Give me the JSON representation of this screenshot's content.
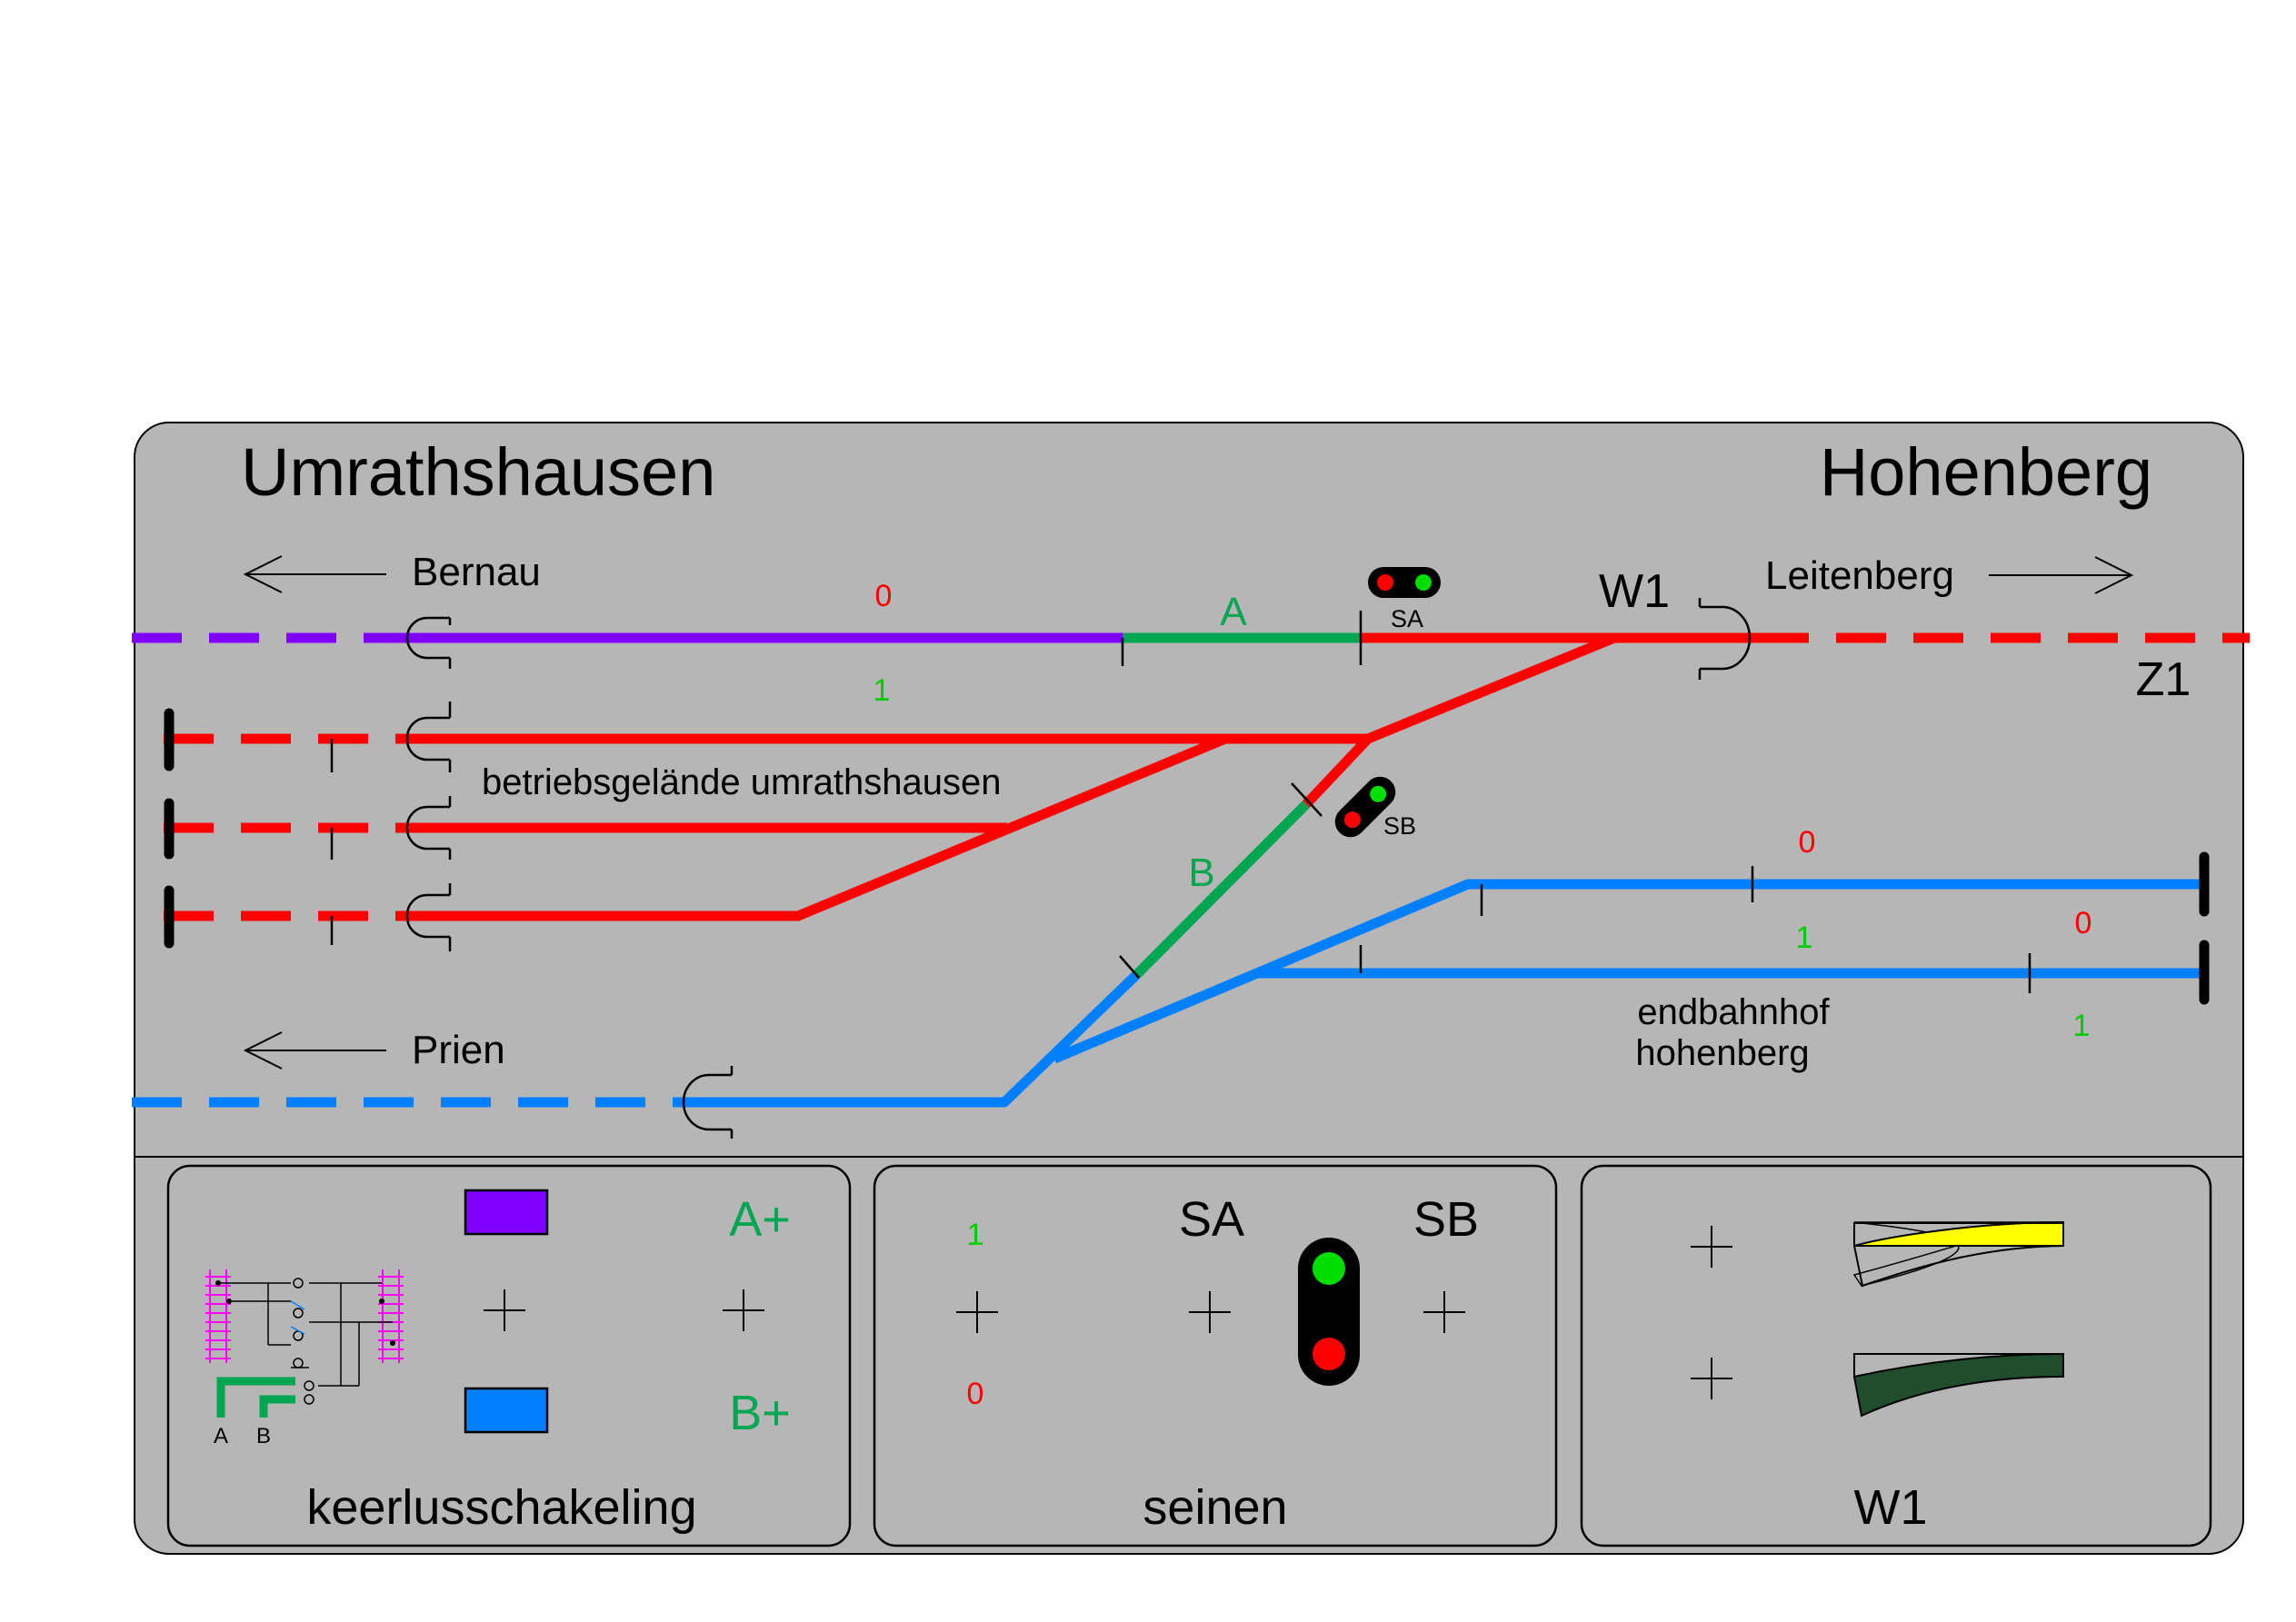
{
  "stations": {
    "left": "Umrathshausen",
    "right": "Hohenberg"
  },
  "directions": {
    "bernau": "Bernau",
    "leitenberg": "Leitenberg",
    "prien": "Prien"
  },
  "labels": {
    "w1": "W1",
    "z1": "Z1",
    "section_a": "A",
    "section_b": "B",
    "signal_sa": "SA",
    "signal_sb": "SB",
    "yard_left": "betriebsgelände umrathshausen",
    "yard_right_1": "endbahnhof",
    "yard_right_2": "hohenberg"
  },
  "switch_numbers": {
    "main_0": "0",
    "main_1": "1",
    "blue_0": "0",
    "blue_1": "1",
    "end_0": "0",
    "end_1": "1"
  },
  "panels": {
    "keerlus": {
      "title": "keerlusschakeling",
      "a_plus": "A+",
      "b_plus": "B+",
      "a": "A",
      "b": "B"
    },
    "seinen": {
      "title": "seinen",
      "sa": "SA",
      "sb": "SB",
      "one": "1",
      "zero": "0"
    },
    "w1": {
      "title": "W1"
    }
  },
  "icons": {
    "arrow_left": "arrow-left-icon",
    "arrow_right": "arrow-right-icon",
    "buffer": "buffer-stop-icon",
    "isolator": "isolation-gap-icon",
    "signal": "signal-light-icon",
    "switch": "turnout-switch-icon",
    "plus": "plus-crosshair-icon"
  },
  "colors": {
    "panel_bg": "#b6b6b6",
    "track_red": "#ff0000",
    "track_blue": "#0080ff",
    "track_purple": "#8000ff",
    "track_green": "#00a651",
    "label_green": "#00a651",
    "number_red": "#ff0000",
    "number_green": "#00cc00",
    "signal_green": "#00dd00",
    "signal_red": "#ff0000",
    "switch_yellow": "#ffff00",
    "switch_dark": "#1f4d2e",
    "wiring_magenta": "#ff00ff"
  }
}
